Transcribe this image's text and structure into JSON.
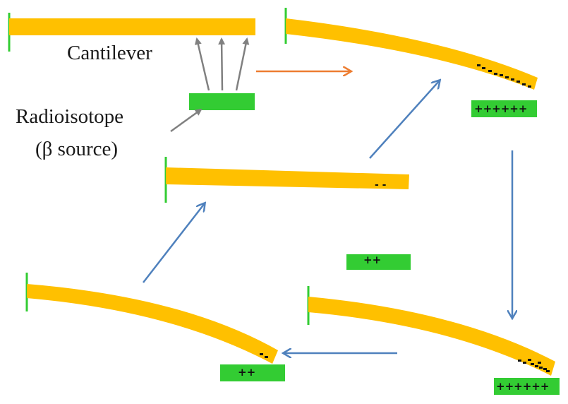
{
  "labels": {
    "cantilever": "Cantilever",
    "radioisotope": "Radioisotope",
    "beta_source": "(β source)"
  },
  "charges": {
    "step1_plate": "++++++",
    "step2_beam": "- -",
    "step3_plate": "++",
    "step4_plate": "++",
    "step5_plate": "++++++"
  },
  "colors": {
    "beam": "#FFC000",
    "plate": "#33CC33",
    "anchor": "#33CC33",
    "radiation_arrow": "#808080",
    "process_arrow_orange": "#ED7D31",
    "process_arrow_blue": "#4F81BD"
  }
}
